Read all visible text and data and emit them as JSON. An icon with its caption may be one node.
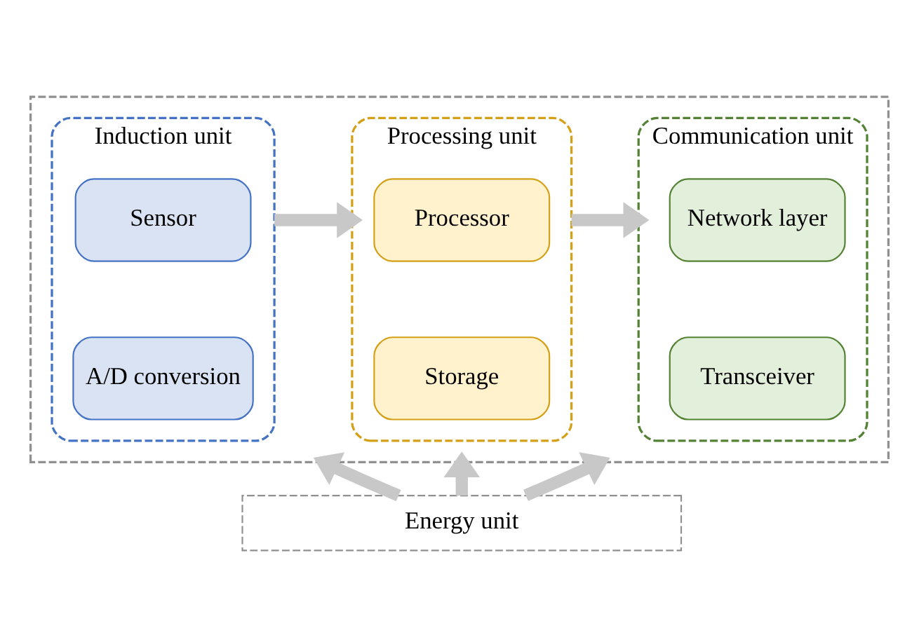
{
  "diagram": {
    "nodes": [
      {
        "text": [],
        "shape": "box"
      },
      {
        "text": [
          "Induction unit"
        ],
        "in": 0
      },
      {
        "text": [
          "Sensor"
        ],
        "in": 1
      },
      {
        "text": [
          "A/D conversion"
        ],
        "in": 1
      },
      {
        "text": [
          "Processing unit"
        ],
        "in": 0
      },
      {
        "text": [
          "Processor"
        ],
        "in": 4
      },
      {
        "text": [
          "Storage"
        ],
        "in": 4
      },
      {
        "text": [
          "Communication unit"
        ],
        "in": 0
      },
      {
        "text": [
          "Network layer"
        ],
        "in": 7
      },
      {
        "text": [
          "Transceiver"
        ],
        "in": 7
      },
      {
        "text": [
          "Energy unit"
        ]
      }
    ],
    "edges": [
      {
        "from": 1,
        "to": 4,
        "arrow": "to"
      },
      {
        "from": 4,
        "to": 7,
        "arrow": "to"
      },
      {
        "from": 10,
        "to": 0,
        "arrow": "to"
      },
      {
        "from": 10,
        "to": 0,
        "arrow": "to"
      },
      {
        "from": 10,
        "to": 0,
        "arrow": "to"
      }
    ]
  }
}
